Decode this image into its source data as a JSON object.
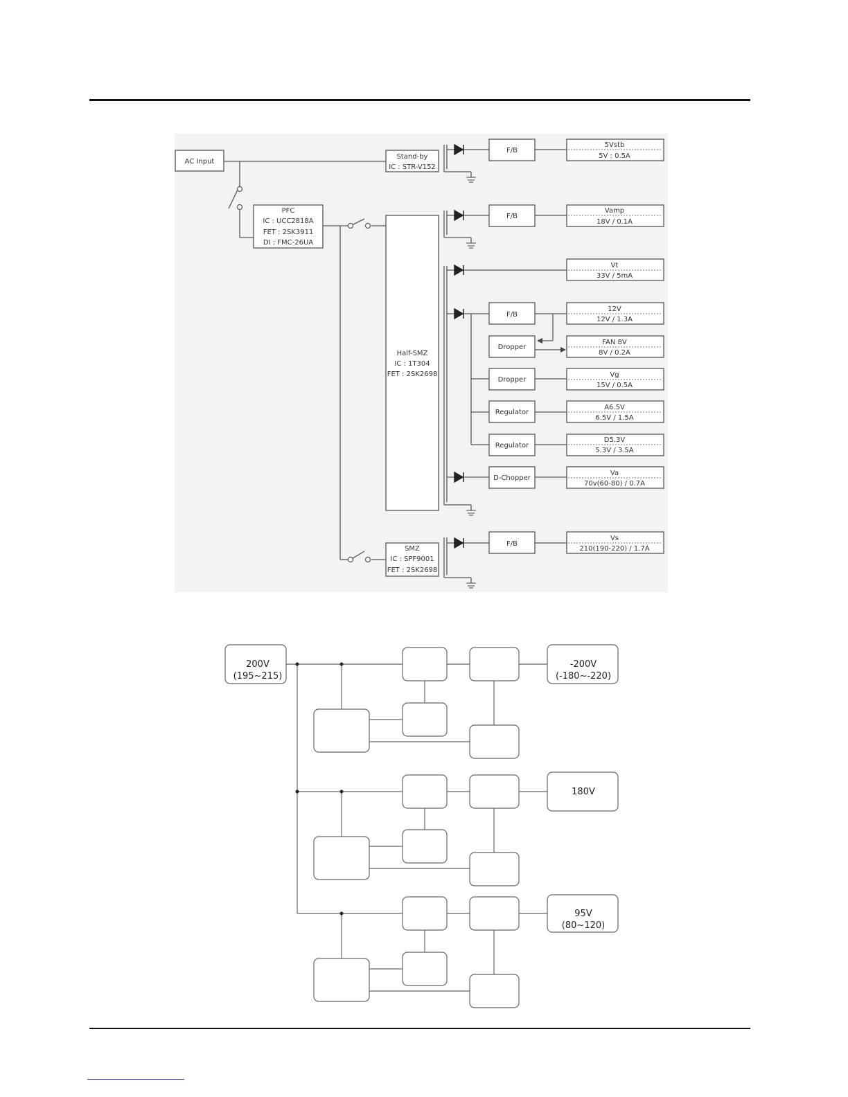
{
  "diagram1": {
    "ac_input": "AC Input",
    "standby": {
      "title": "Stand-by",
      "ic": "IC : STR-V152"
    },
    "pfc": {
      "title": "PFC",
      "ic": "IC : UCC2818A",
      "fet": "FET : 2SK3911",
      "di": "DI : FMC-26UA"
    },
    "half_smz": {
      "title": "Half-SMZ",
      "ic": "IC : 1T304",
      "fet": "FET : 2SK2698"
    },
    "smz": {
      "title": "SMZ",
      "ic": "IC : SPF9001",
      "fet": "FET : 2SK2698"
    },
    "stages": {
      "fb": "F/B",
      "dropper": "Dropper",
      "regulator": "Regulator",
      "dchopper": "D-Chopper"
    },
    "outputs": [
      {
        "name": "5Vstb",
        "spec": "5V : 0.5A"
      },
      {
        "name": "Vamp",
        "spec": "18V / 0.1A"
      },
      {
        "name": "Vt",
        "spec": "33V / 5mA"
      },
      {
        "name": "12V",
        "spec": "12V / 1.3A"
      },
      {
        "name": "FAN 8V",
        "spec": "8V / 0.2A"
      },
      {
        "name": "Vg",
        "spec": "15V / 0.5A"
      },
      {
        "name": "A6.5V",
        "spec": "6.5V / 1.5A"
      },
      {
        "name": "D5.3V",
        "spec": "5.3V / 3.5A"
      },
      {
        "name": "Va",
        "spec": "70v(60-80) / 0.7A"
      },
      {
        "name": "Vs",
        "spec": "210(190-220) / 1.7A"
      }
    ]
  },
  "diagram2": {
    "input": {
      "line1": "200V",
      "line2": "(195~215)"
    },
    "outputs": [
      {
        "line1": "-200V",
        "line2": "(-180~-220)"
      },
      {
        "line1": "180V",
        "line2": ""
      },
      {
        "line1": "95V",
        "line2": "(80~120)"
      }
    ]
  }
}
